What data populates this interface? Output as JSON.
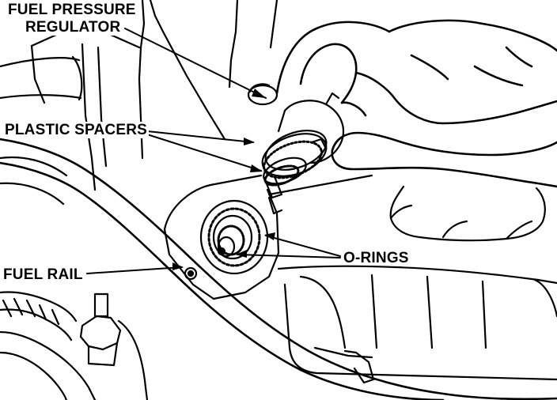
{
  "labels": {
    "fuel_pressure_regulator_line1": "FUEL PRESSURE",
    "fuel_pressure_regulator_line2": "REGULATOR",
    "plastic_spacers": "PLASTIC SPACERS",
    "o_rings": "O-RINGS",
    "fuel_rail": "FUEL RAIL"
  },
  "colors": {
    "ink": "#000000",
    "paper": "#ffffff"
  }
}
